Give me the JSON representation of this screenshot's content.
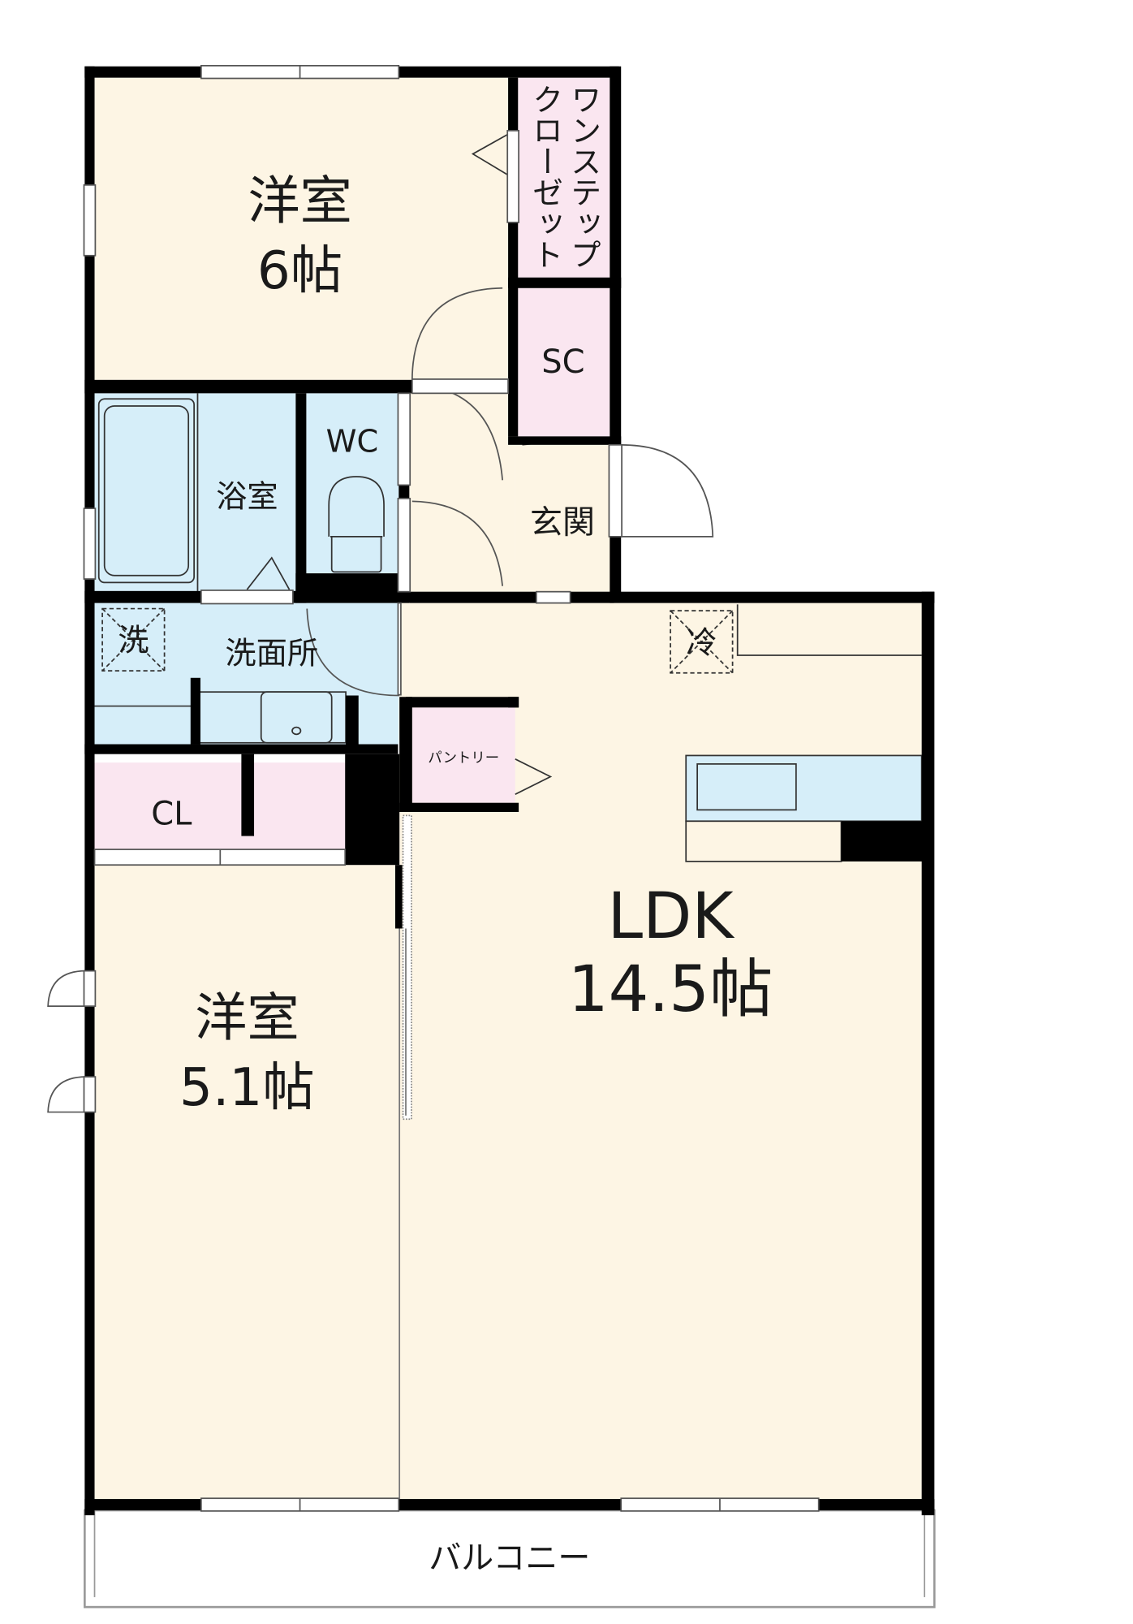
{
  "rooms": {
    "western_6": {
      "name": "洋室",
      "size": "6帖"
    },
    "western_51": {
      "name": "洋室",
      "size": "5.1帖"
    },
    "ldk": {
      "name": "LDK",
      "size": "14.5帖"
    },
    "bath": "浴室",
    "wc": "WC",
    "washroom": "洗面所",
    "washer": "洗",
    "fridge": "冷",
    "entrance": "玄関",
    "shoe_closet": "SC",
    "closet": "CL",
    "pantry": "パントリー",
    "walk_closet": [
      "ワンステップ",
      "クローゼット"
    ],
    "balcony": "バルコニー"
  },
  "colors": {
    "wall": "#000000",
    "room": "#fdf5e4",
    "wet": "#d6eef9",
    "storage": "#fae6f0",
    "balcony": "#ffffff"
  }
}
